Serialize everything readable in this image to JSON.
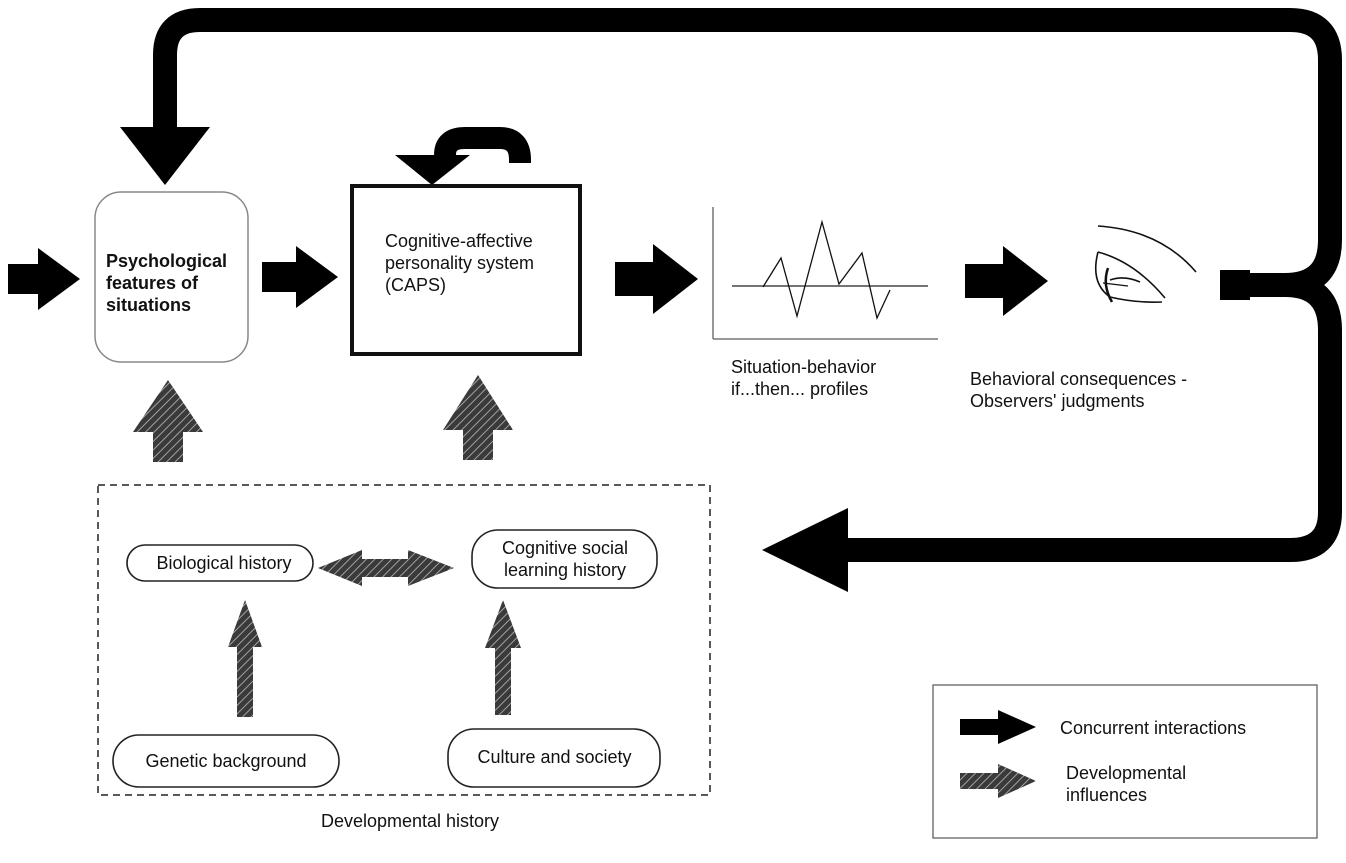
{
  "nodes": {
    "situations": "Psychological\nfeatures of\nsituations",
    "caps": "Cognitive-affective\npersonality system\n(CAPS)",
    "profiles": "Situation-behavior\nif...then... profiles",
    "consequences": "Behavioral consequences -\nObservers' judgments",
    "biological": "Biological history",
    "cognitive_social": "Cognitive social\nlearning history",
    "genetic": "Genetic background",
    "culture": "Culture and society",
    "developmental_history": "Developmental history"
  },
  "legend": {
    "concurrent": "Concurrent interactions",
    "developmental": "Developmental\ninfluences"
  },
  "colors": {
    "solid_arrow": "#000000",
    "hatched_arrow": "#3a3a3a",
    "hatch_line": "#bdbdbd",
    "box_border": "#111111"
  }
}
